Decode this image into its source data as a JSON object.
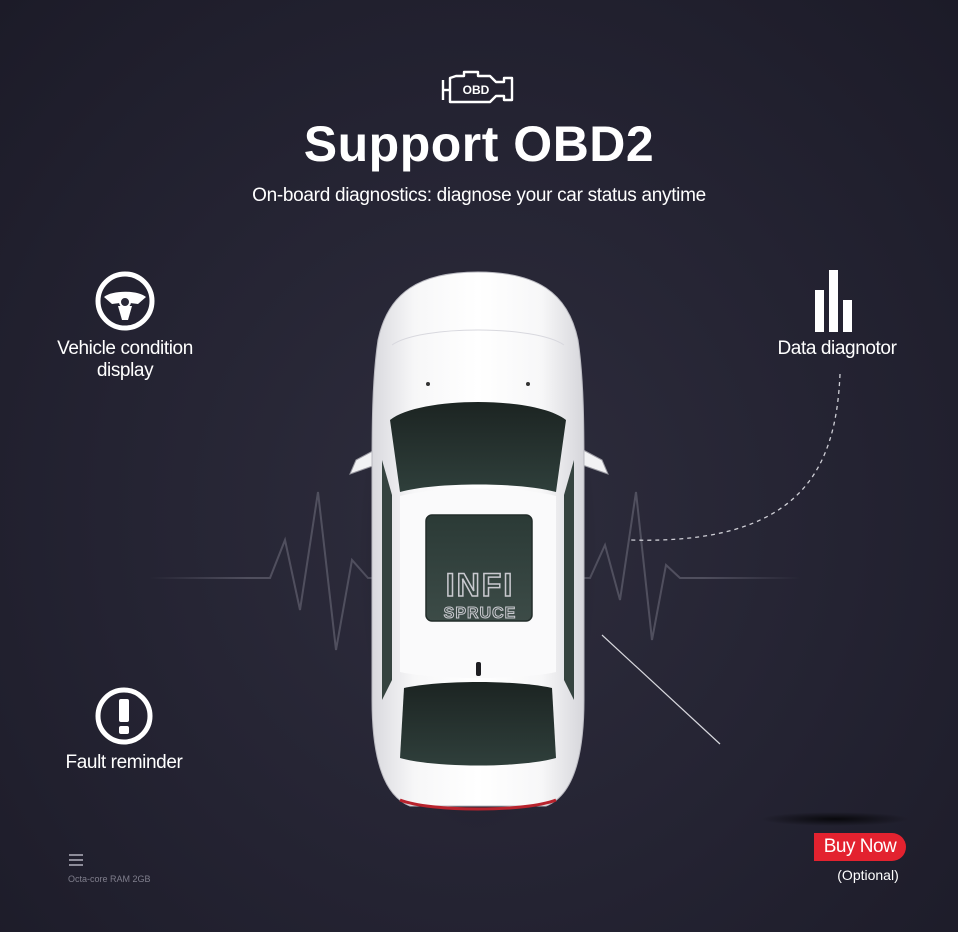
{
  "header": {
    "icon_text": "OBD",
    "title": "Support OBD2",
    "subtitle": "On-board diagnostics: diagnose your car status anytime"
  },
  "features": {
    "vehicle": {
      "icon": "steering-wheel-icon",
      "label": "Vehicle condition\ndisplay"
    },
    "data": {
      "icon": "bar-chart-icon",
      "label": "Data diagnotor"
    },
    "fault": {
      "icon": "exclamation-icon",
      "label": "Fault reminder"
    }
  },
  "car": {
    "logo_line1": "INFI",
    "logo_line2": "SPRUCE"
  },
  "footer": {
    "menu_icon": "menu-icon",
    "spec": "Octa-core RAM 2GB"
  },
  "buy": {
    "label": "Buy Now",
    "note": "(Optional)"
  },
  "colors": {
    "background": "#242332",
    "accent": "#e3222f",
    "text": "#ffffff",
    "muted": "#7f7e8c"
  }
}
